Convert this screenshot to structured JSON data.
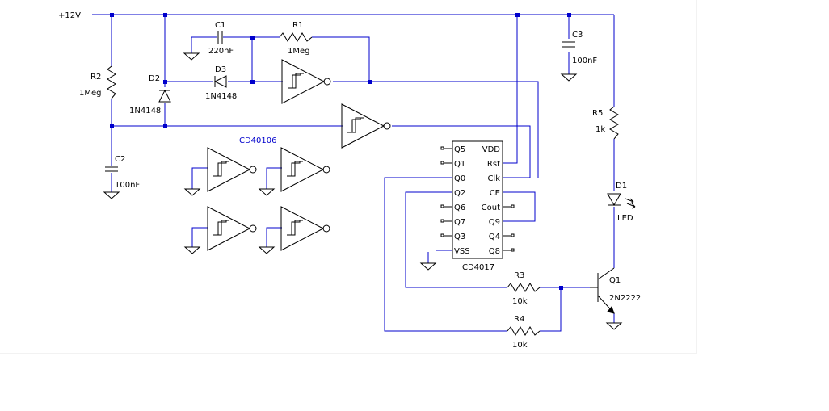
{
  "supply": {
    "label": "+12V"
  },
  "components": {
    "c1": {
      "ref": "C1",
      "value": "220nF"
    },
    "r1": {
      "ref": "R1",
      "value": "1Meg"
    },
    "r2": {
      "ref": "R2",
      "value": "1Meg"
    },
    "d2": {
      "ref": "D2",
      "value": "1N4148"
    },
    "d3": {
      "ref": "D3",
      "value": "1N4148"
    },
    "c2": {
      "ref": "C2",
      "value": "100nF"
    },
    "c3": {
      "ref": "C3",
      "value": "100nF"
    },
    "r5": {
      "ref": "R5",
      "value": "1k"
    },
    "d1": {
      "ref": "D1",
      "value": "LED"
    },
    "q1": {
      "ref": "Q1",
      "value": "2N2222"
    },
    "r3": {
      "ref": "R3",
      "value": "10k"
    },
    "r4": {
      "ref": "R4",
      "value": "10k"
    },
    "inverter_ic": {
      "name": "CD40106"
    }
  },
  "counter_ic": {
    "name": "CD4017",
    "left_pins": [
      "Q5",
      "Q1",
      "Q0",
      "Q2",
      "Q6",
      "Q7",
      "Q3",
      "VSS"
    ],
    "right_pins": [
      "VDD",
      "Rst",
      "Clk",
      "CE",
      "Cout",
      "Q9",
      "Q4",
      "Q8"
    ]
  }
}
